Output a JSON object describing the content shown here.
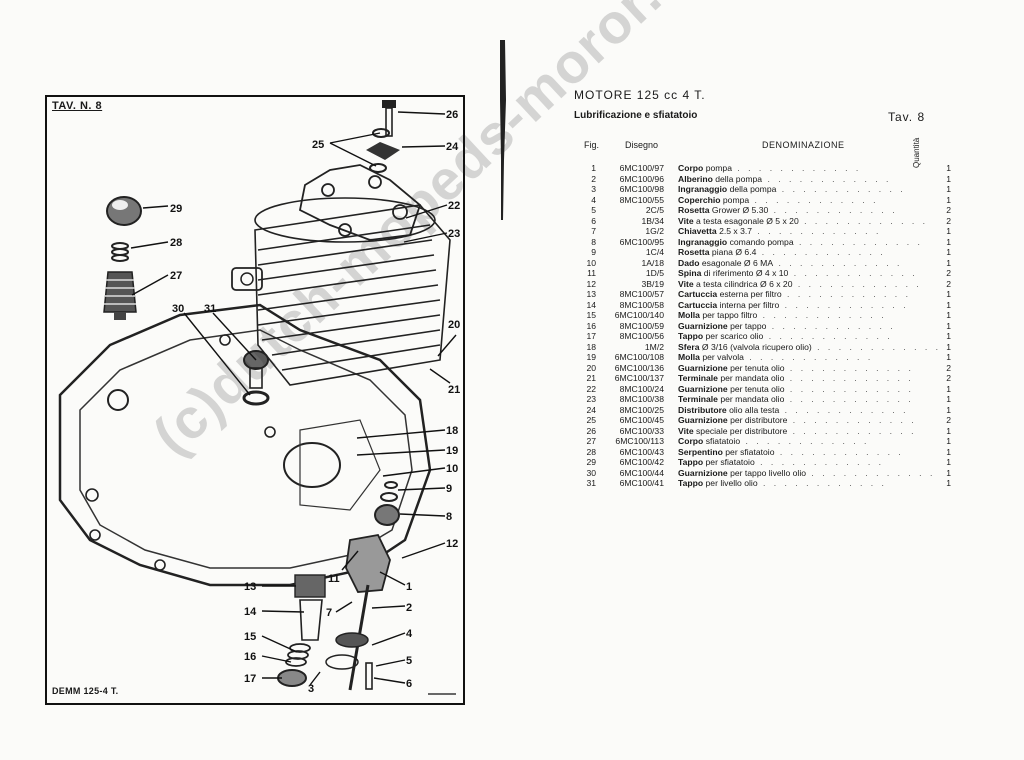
{
  "left": {
    "plate_label": "TAV. N. 8",
    "footer_label": "DEMM 125-4 T.",
    "callouts": [
      "26",
      "25",
      "24",
      "29",
      "22",
      "23",
      "28",
      "27",
      "30",
      "31",
      "20",
      "21",
      "18",
      "19",
      "10",
      "9",
      "8",
      "12",
      "11",
      "1",
      "13",
      "2",
      "7",
      "14",
      "4",
      "15",
      "16",
      "5",
      "17",
      "3",
      "6"
    ]
  },
  "right": {
    "title": "MOTORE 125 cc 4 T.",
    "subtitle": "Lubrificazione e sfiatatoio",
    "tav": "Tav. 8",
    "headers": {
      "fig": "Fig.",
      "disegno": "Disegno",
      "denominazione": "DENOMINAZIONE",
      "quantita": "Quantità"
    },
    "rows": [
      {
        "fig": "1",
        "dis": "6MC100/97",
        "kw": "Corpo",
        "rest": "pompa",
        "qty": "1"
      },
      {
        "fig": "2",
        "dis": "6MC100/96",
        "kw": "Alberino",
        "rest": "della pompa",
        "qty": "1"
      },
      {
        "fig": "3",
        "dis": "6MC100/98",
        "kw": "Ingranaggio",
        "rest": "della pompa",
        "qty": "1"
      },
      {
        "fig": "4",
        "dis": "8MC100/55",
        "kw": "Coperchio",
        "rest": "pompa",
        "qty": "1"
      },
      {
        "fig": "5",
        "dis": "2C/5",
        "kw": "Rosetta",
        "rest": "Grower Ø 5.30",
        "qty": "2"
      },
      {
        "fig": "6",
        "dis": "1B/34",
        "kw": "Vite",
        "rest": "a testa esagonale Ø 5 x 20",
        "qty": "2"
      },
      {
        "fig": "7",
        "dis": "1G/2",
        "kw": "Chiavetta",
        "rest": "2.5 x 3.7",
        "qty": "1"
      },
      {
        "fig": "8",
        "dis": "6MC100/95",
        "kw": "Ingranaggio",
        "rest": "comando pompa",
        "qty": "1"
      },
      {
        "fig": "9",
        "dis": "1C/4",
        "kw": "Rosetta",
        "rest": "piana Ø 6.4",
        "qty": "1"
      },
      {
        "fig": "10",
        "dis": "1A/18",
        "kw": "Dado",
        "rest": "esagonale Ø 6 MA",
        "qty": "1"
      },
      {
        "fig": "11",
        "dis": "1D/5",
        "kw": "Spina",
        "rest": "di riferimento Ø 4 x 10",
        "qty": "2"
      },
      {
        "fig": "12",
        "dis": "3B/19",
        "kw": "Vite",
        "rest": "a testa cilindrica Ø 6 x 20",
        "qty": "2"
      },
      {
        "fig": "13",
        "dis": "8MC100/57",
        "kw": "Cartuccia",
        "rest": "esterna per filtro",
        "qty": "1"
      },
      {
        "fig": "14",
        "dis": "8MC100/58",
        "kw": "Cartuccia",
        "rest": "interna per filtro",
        "qty": "1"
      },
      {
        "fig": "15",
        "dis": "6MC100/140",
        "kw": "Molla",
        "rest": "per tappo filtro",
        "qty": "1"
      },
      {
        "fig": "16",
        "dis": "8MC100/59",
        "kw": "Guarnizione",
        "rest": "per tappo",
        "qty": "1"
      },
      {
        "fig": "17",
        "dis": "8MC100/56",
        "kw": "Tappo",
        "rest": "per scarico olio",
        "qty": "1"
      },
      {
        "fig": "18",
        "dis": "1M/2",
        "kw": "Sfera",
        "rest": "Ø 3/16 (valvola ricupero olio)",
        "qty": "1"
      },
      {
        "fig": "19",
        "dis": "6MC100/108",
        "kw": "Molla",
        "rest": "per valvola",
        "qty": "1"
      },
      {
        "fig": "20",
        "dis": "6MC100/136",
        "kw": "Guarnizione",
        "rest": "per tenuta olio",
        "qty": "2"
      },
      {
        "fig": "21",
        "dis": "6MC100/137",
        "kw": "Terminale",
        "rest": "per mandata olio",
        "qty": "2"
      },
      {
        "fig": "22",
        "dis": "8MC100/24",
        "kw": "Guarnizione",
        "rest": "per tenuta olio",
        "qty": "1"
      },
      {
        "fig": "23",
        "dis": "8MC100/38",
        "kw": "Terminale",
        "rest": "per mandata olio",
        "qty": "1"
      },
      {
        "fig": "24",
        "dis": "8MC100/25",
        "kw": "Distributore",
        "rest": "olio alla testa",
        "qty": "1"
      },
      {
        "fig": "25",
        "dis": "6MC100/45",
        "kw": "Guarnizione",
        "rest": "per distributore",
        "qty": "2"
      },
      {
        "fig": "26",
        "dis": "6MC100/33",
        "kw": "Vite",
        "rest": "speciale per distributore",
        "qty": "1"
      },
      {
        "fig": "27",
        "dis": "6MC100/113",
        "kw": "Corpo",
        "rest": "sfiatatoio",
        "qty": "1"
      },
      {
        "fig": "28",
        "dis": "6MC100/43",
        "kw": "Serpentino",
        "rest": "per sfiatatoio",
        "qty": "1"
      },
      {
        "fig": "29",
        "dis": "6MC100/42",
        "kw": "Tappo",
        "rest": "per sfiatatoio",
        "qty": "1"
      },
      {
        "fig": "30",
        "dis": "6MC100/44",
        "kw": "Guarnizione",
        "rest": "per tappo livello olio",
        "qty": "1"
      },
      {
        "fig": "31",
        "dis": "6MC100/41",
        "kw": "Tappo",
        "rest": "per livello olio",
        "qty": "1"
      }
    ]
  },
  "watermark": "(c)dutch-mopeds-moror.de"
}
